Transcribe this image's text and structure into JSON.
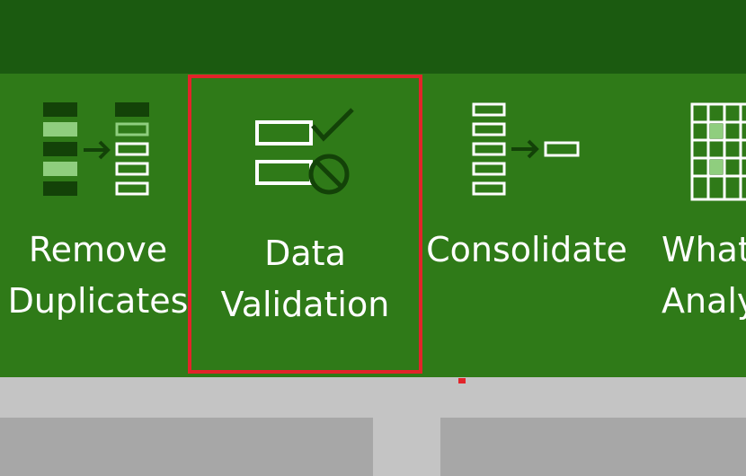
{
  "ribbon": {
    "buttons": {
      "remove_duplicates": {
        "line1": "Remove",
        "line2": "Duplicates",
        "icon": "remove-duplicates-icon"
      },
      "data_validation": {
        "line1": "Data",
        "line2": "Validation",
        "icon": "data-validation-icon",
        "highlighted": true
      },
      "consolidate": {
        "line1": "Consolidate",
        "icon": "consolidate-icon"
      },
      "what_if": {
        "line1": "What",
        "line2": "Analy",
        "icon": "what-if-analysis-icon"
      }
    }
  },
  "colors": {
    "title_bar": "#1b5a10",
    "ribbon_bg": "#2f7a18",
    "icon_dark": "#134208",
    "icon_light": "#8fce7e",
    "highlight_border": "#e2242a",
    "workspace": "#c4c4c4"
  }
}
